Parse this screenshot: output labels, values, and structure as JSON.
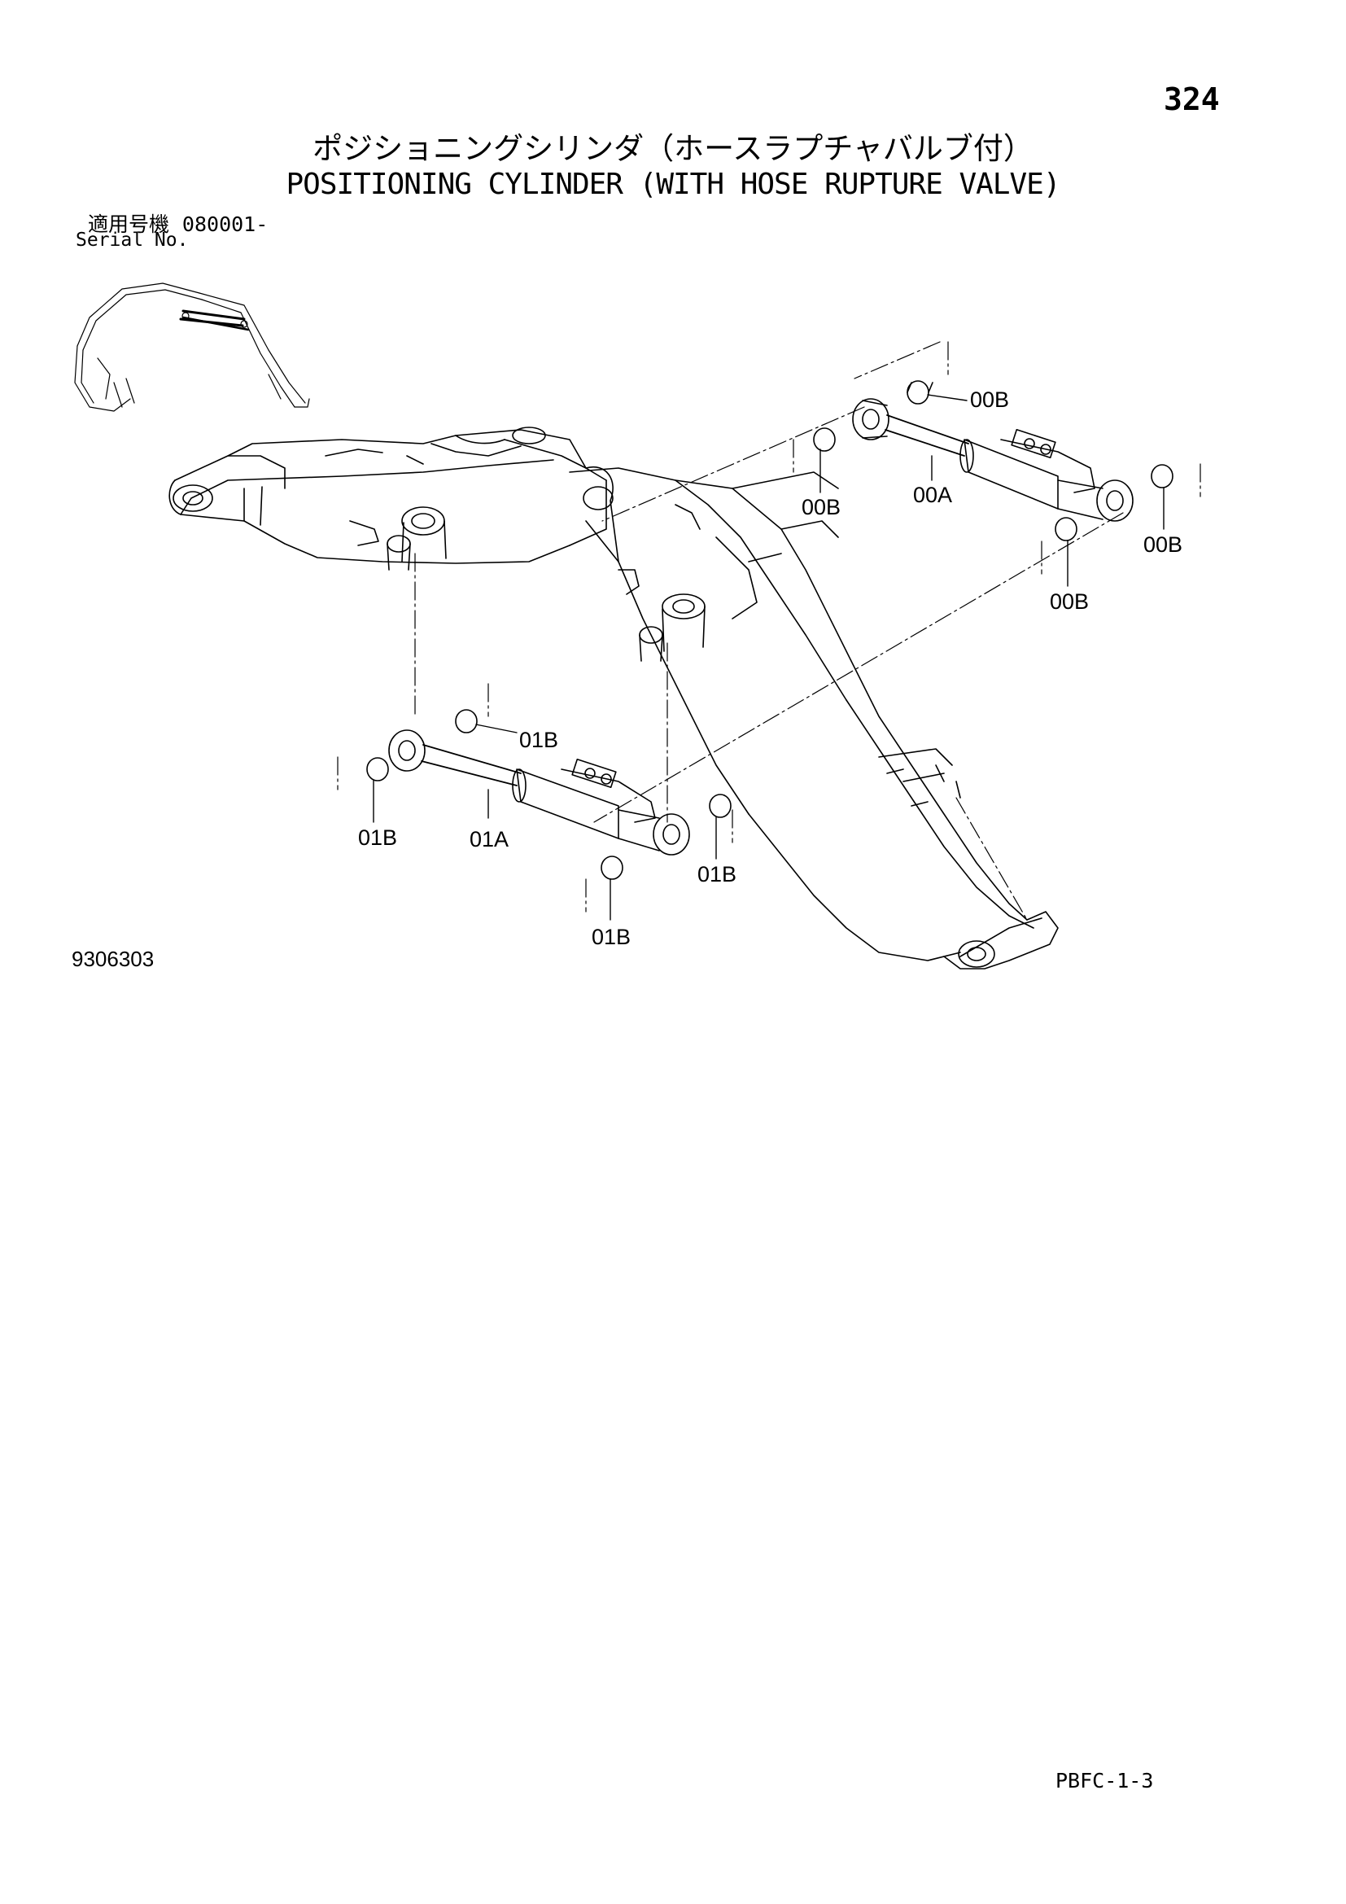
{
  "page_number": "324",
  "title_jp": "ポジショニングシリンダ（ホースラプチャバルブ付）",
  "title_en": "POSITIONING CYLINDER (WITH HOSE RUPTURE VALVE)",
  "serial": {
    "label_jp": "適用号機",
    "value": "080001-",
    "label_en": "Serial No."
  },
  "callouts": {
    "c00b_top": "00B",
    "c00b_left": "00B",
    "c00a": "00A",
    "c00b_right": "00B",
    "c00b_bottom": "00B",
    "c01b_top": "01B",
    "c01b_left": "01B",
    "c01a": "01A",
    "c01b_right": "01B",
    "c01b_bottom": "01B"
  },
  "drawing_number": "9306303",
  "footer_code": "PBFC-1-3"
}
